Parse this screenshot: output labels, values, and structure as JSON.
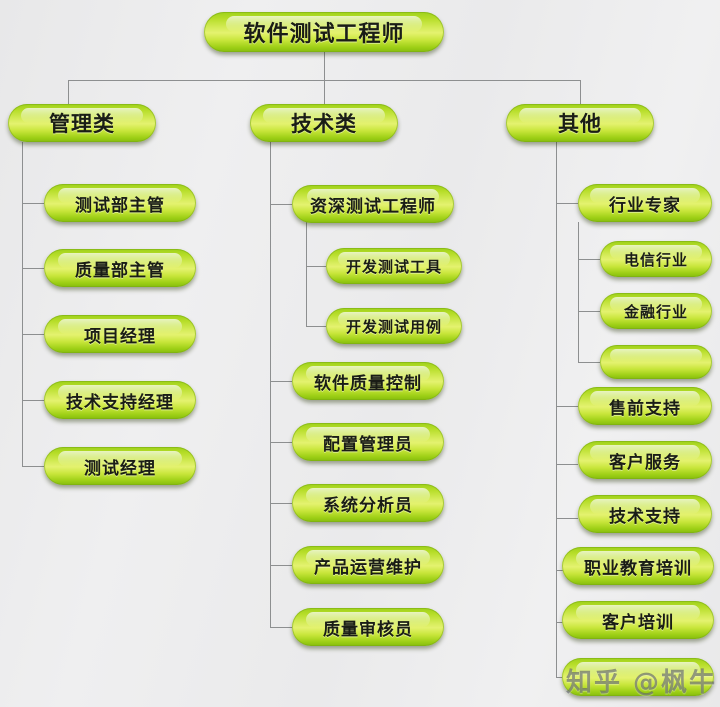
{
  "diagram": {
    "type": "organization-tree",
    "background_color": "#ececed",
    "node_color": "#b6dd28",
    "line_color": "#8d8f90",
    "root": {
      "label": "软件测试工程师"
    },
    "branches": [
      {
        "id": "management",
        "label": "管理类",
        "children": [
          {
            "label": "测试部主管"
          },
          {
            "label": "质量部主管"
          },
          {
            "label": "项目经理"
          },
          {
            "label": "技术支持经理"
          },
          {
            "label": "测试经理"
          }
        ]
      },
      {
        "id": "technical",
        "label": "技术类",
        "children": [
          {
            "label": "资深测试工程师",
            "children": [
              {
                "label": "开发测试工具"
              },
              {
                "label": "开发测试用例"
              }
            ]
          },
          {
            "label": "软件质量控制"
          },
          {
            "label": "配置管理员"
          },
          {
            "label": "系统分析员"
          },
          {
            "label": "产品运营维护"
          },
          {
            "label": "质量审核员"
          }
        ]
      },
      {
        "id": "other",
        "label": "其他",
        "children": [
          {
            "label": "行业专家",
            "children": [
              {
                "label": "电信行业"
              },
              {
                "label": "金融行业"
              },
              {
                "label": ""
              }
            ]
          },
          {
            "label": "售前支持"
          },
          {
            "label": "客户服务"
          },
          {
            "label": "技术支持"
          },
          {
            "label": "职业教育培训"
          },
          {
            "label": "客户培训"
          },
          {
            "label": ""
          }
        ]
      }
    ]
  },
  "watermark": {
    "text": "知乎 @枫牛"
  }
}
